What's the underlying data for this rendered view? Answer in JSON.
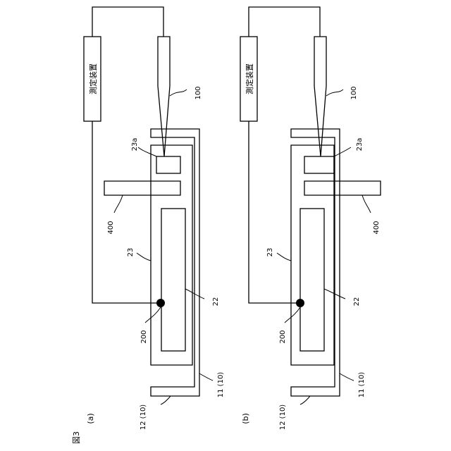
{
  "figure_label": "図3",
  "panels": [
    {
      "id": "a",
      "caption": "(a)",
      "device": "測定装置",
      "labels": {
        "probe": "100",
        "electrode_top": "23a",
        "arm": "400",
        "electrode": "23",
        "contact_point": "200",
        "plate": "22",
        "substrate": "11 (10)",
        "holder": "12 (10)"
      }
    },
    {
      "id": "b",
      "caption": "(b)",
      "device": "測定装置",
      "labels": {
        "probe": "100",
        "electrode_top": "23a",
        "arm": "400",
        "electrode": "23",
        "contact_point": "200",
        "plate": "22",
        "substrate": "11 (10)",
        "holder": "12 (10)"
      }
    }
  ]
}
